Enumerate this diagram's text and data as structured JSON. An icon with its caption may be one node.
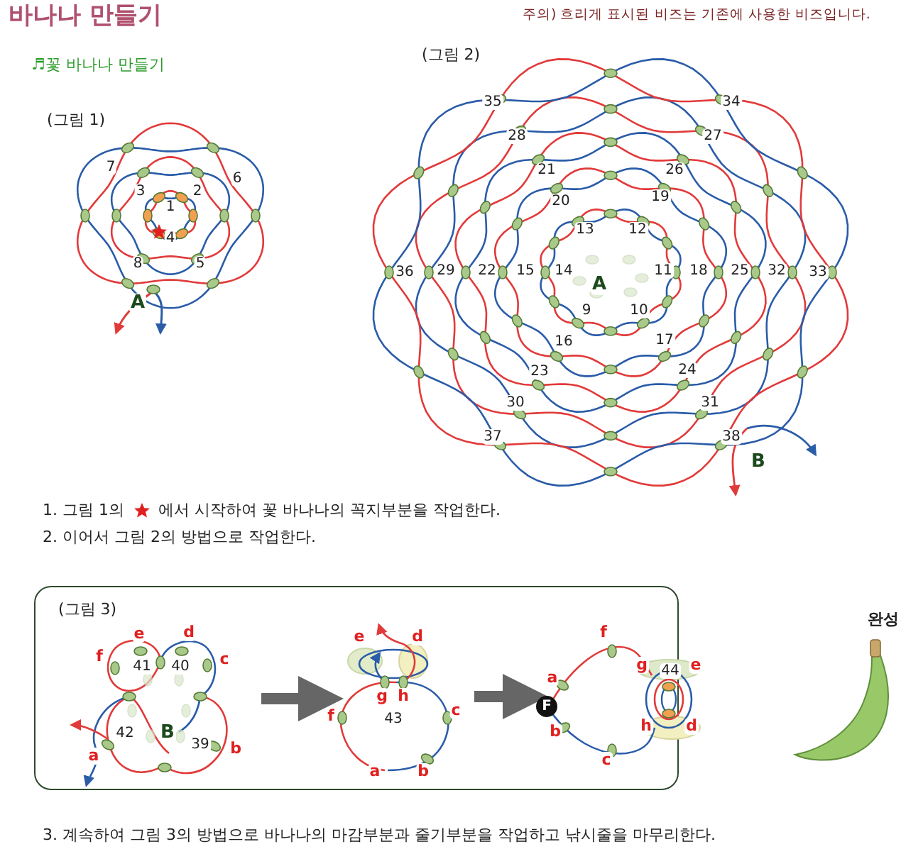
{
  "diagram": {
    "title": "바나나 만들기",
    "nodes": [
      {
        "text": [
          "(그림 3)"
        ]
      },
      {
        "text": [],
        "shape": "picture",
        "in": 0
      },
      {
        "text": [],
        "shape": "picture",
        "in": 0
      },
      {
        "text": [],
        "shape": "picture",
        "in": 0
      }
    ],
    "edges": [
      {
        "from": 1,
        "to": 2,
        "arrow": "to"
      },
      {
        "from": 2,
        "to": 3,
        "arrow": "to"
      }
    ],
    "labels": [
      "주의) 흐리게 표시된 비즈는 기존에 사용한 비즈입니다.",
      "♬꽃 바나나 만들기",
      "(그림 1)",
      "7",
      "6",
      "3",
      "2",
      "1",
      "4",
      "8",
      "5",
      "A",
      "(그림 2)",
      "35",
      "34",
      "28",
      "27",
      "21",
      "26",
      "20",
      "19",
      "13",
      "12",
      "36",
      "29",
      "22",
      "15",
      "14",
      "11",
      "18",
      "25",
      "32",
      "33",
      "A",
      "9",
      "10",
      "16",
      "17",
      "23",
      "24",
      "30",
      "31",
      "37",
      "38",
      "B",
      "1. 그림 1의",
      "에서 시작하여 꽃 바나나의 꼭지부분을 작업한다.",
      "2. 이어서 그림 2의 방법으로 작업한다.",
      "e",
      "d",
      "f",
      "41",
      "40",
      "c",
      "42",
      "B",
      "39",
      "a",
      "b",
      "e",
      "d",
      "g",
      "h",
      "f",
      "43",
      "c",
      "a",
      "b",
      "f",
      "g",
      "44",
      "e",
      "a",
      "F",
      "b",
      "h",
      "d",
      "c",
      "완성",
      "3. 계속하여 그림 3의 방법으로 바나나의 마감부분과 줄기부분을 작업하고 낚시줄을 마무리한다."
    ]
  }
}
